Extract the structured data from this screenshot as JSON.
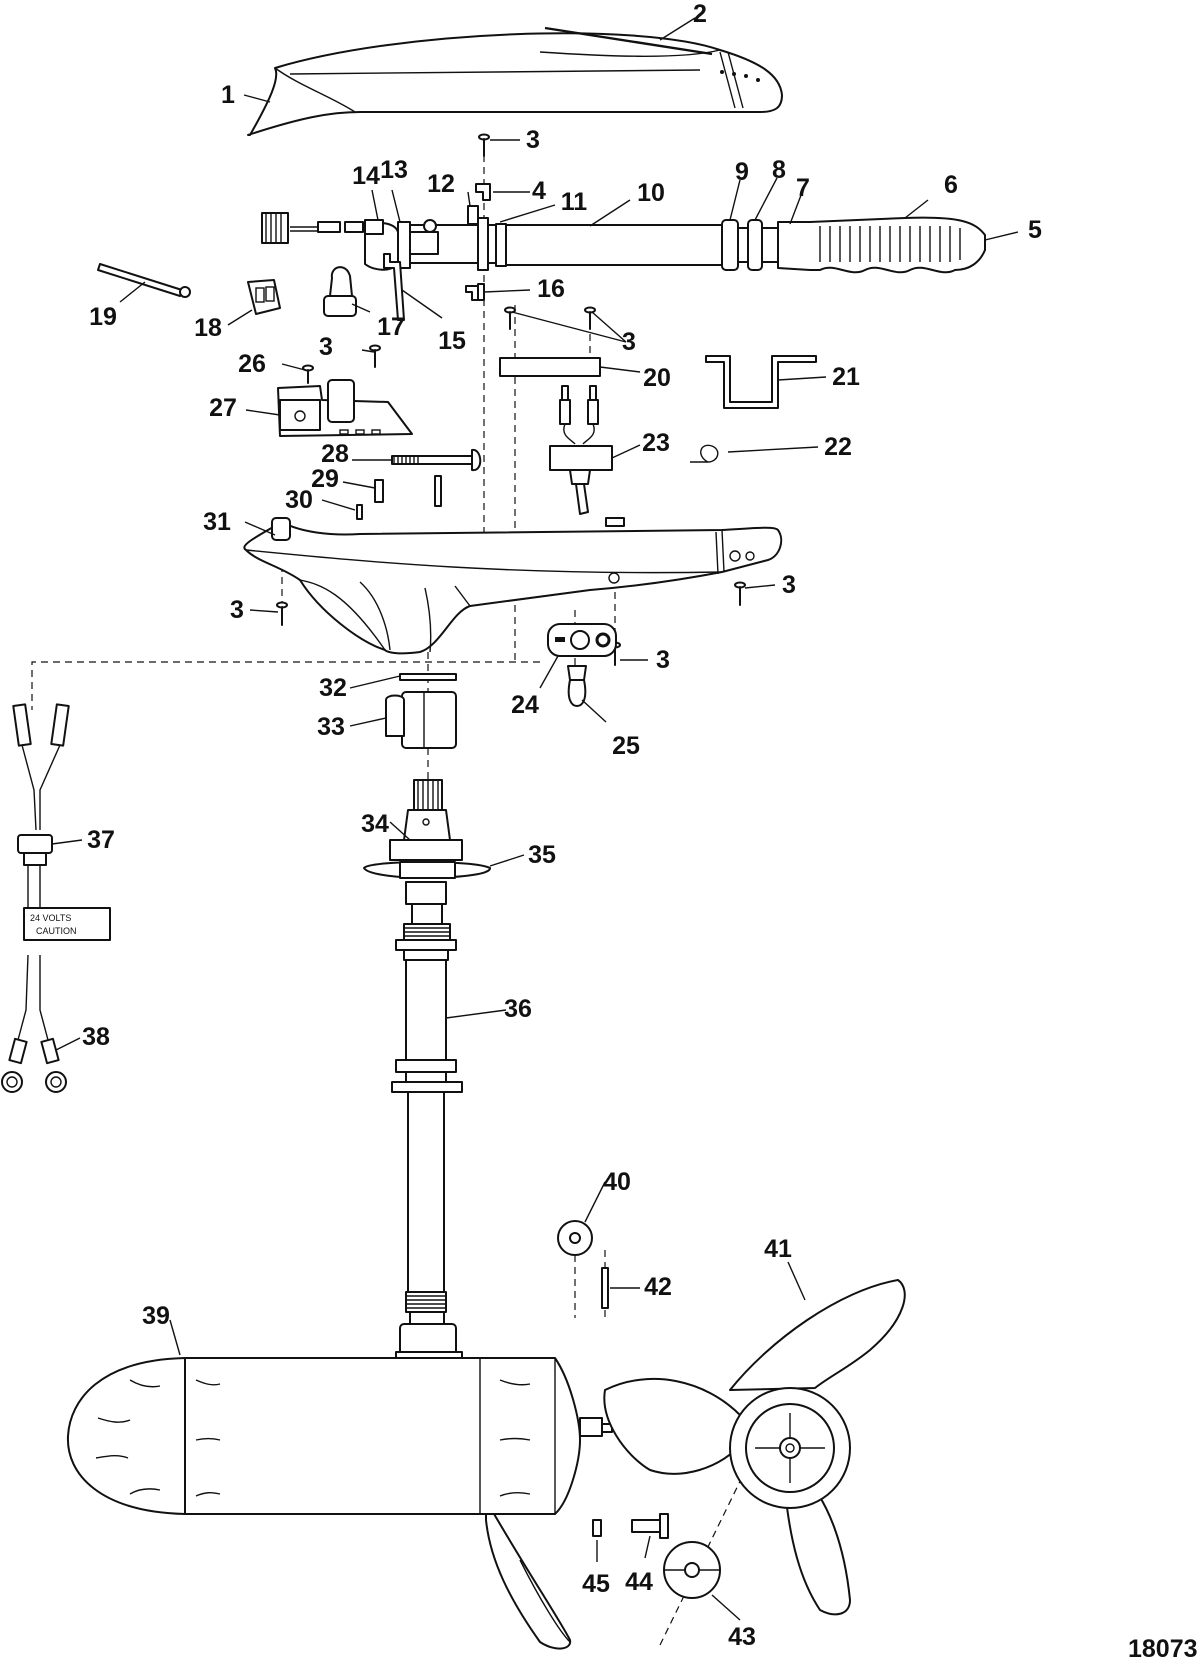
{
  "diagram": {
    "figure_number": "18073",
    "warning_tag": {
      "line1": "24 VOLTS",
      "line2": "CAUTION"
    },
    "callouts": [
      {
        "id": "c1",
        "label": "1"
      },
      {
        "id": "c2",
        "label": "2"
      },
      {
        "id": "c3a",
        "label": "3"
      },
      {
        "id": "c4",
        "label": "4"
      },
      {
        "id": "c5",
        "label": "5"
      },
      {
        "id": "c6",
        "label": "6"
      },
      {
        "id": "c7",
        "label": "7"
      },
      {
        "id": "c8",
        "label": "8"
      },
      {
        "id": "c9",
        "label": "9"
      },
      {
        "id": "c10",
        "label": "10"
      },
      {
        "id": "c11",
        "label": "11"
      },
      {
        "id": "c12",
        "label": "12"
      },
      {
        "id": "c13",
        "label": "13"
      },
      {
        "id": "c14",
        "label": "14"
      },
      {
        "id": "c15",
        "label": "15"
      },
      {
        "id": "c16",
        "label": "16"
      },
      {
        "id": "c17",
        "label": "17"
      },
      {
        "id": "c18",
        "label": "18"
      },
      {
        "id": "c19",
        "label": "19"
      },
      {
        "id": "c3b",
        "label": "3"
      },
      {
        "id": "c20",
        "label": "20"
      },
      {
        "id": "c21",
        "label": "21"
      },
      {
        "id": "c3c",
        "label": "3"
      },
      {
        "id": "c26",
        "label": "26"
      },
      {
        "id": "c27",
        "label": "27"
      },
      {
        "id": "c23",
        "label": "23"
      },
      {
        "id": "c22",
        "label": "22"
      },
      {
        "id": "c28",
        "label": "28"
      },
      {
        "id": "c29",
        "label": "29"
      },
      {
        "id": "c30",
        "label": "30"
      },
      {
        "id": "c31",
        "label": "31"
      },
      {
        "id": "c3d",
        "label": "3"
      },
      {
        "id": "c3e",
        "label": "3"
      },
      {
        "id": "c3f",
        "label": "3"
      },
      {
        "id": "c32",
        "label": "32"
      },
      {
        "id": "c33",
        "label": "33"
      },
      {
        "id": "c24",
        "label": "24"
      },
      {
        "id": "c25",
        "label": "25"
      },
      {
        "id": "c34",
        "label": "34"
      },
      {
        "id": "c35",
        "label": "35"
      },
      {
        "id": "c37",
        "label": "37"
      },
      {
        "id": "c36",
        "label": "36"
      },
      {
        "id": "c38",
        "label": "38"
      },
      {
        "id": "c40",
        "label": "40"
      },
      {
        "id": "c41",
        "label": "41"
      },
      {
        "id": "c42",
        "label": "42"
      },
      {
        "id": "c39",
        "label": "39"
      },
      {
        "id": "c45",
        "label": "45"
      },
      {
        "id": "c44",
        "label": "44"
      },
      {
        "id": "c43",
        "label": "43"
      }
    ]
  }
}
